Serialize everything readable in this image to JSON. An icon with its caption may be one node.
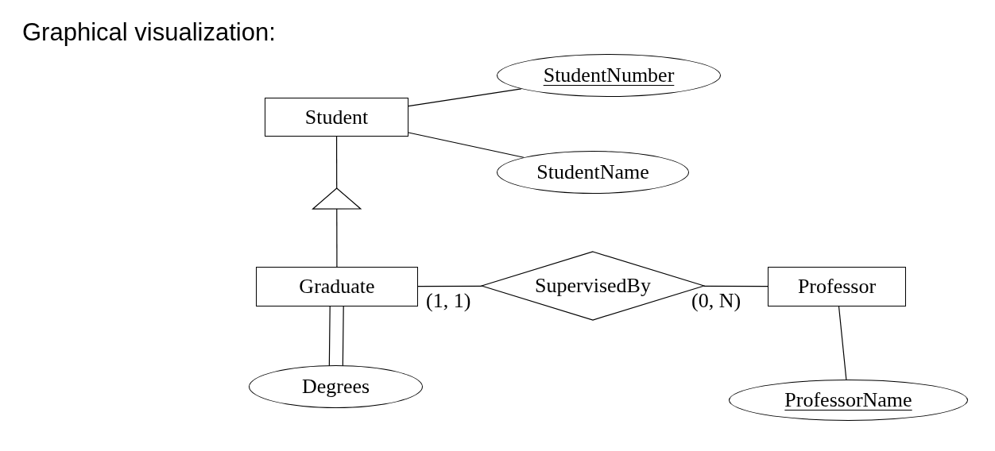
{
  "diagram": {
    "title": "Graphical visualization:",
    "nodes": [
      {
        "text": [
          "Student"
        ]
      },
      {
        "text": [
          "StudentNumber"
        ]
      },
      {
        "text": [
          "StudentName"
        ]
      },
      {
        "text": [
          "Graduate"
        ]
      },
      {
        "text": [
          "SupervisedBy"
        ]
      },
      {
        "text": [
          "Professor"
        ]
      },
      {
        "text": [
          "Degrees"
        ]
      },
      {
        "text": [
          "ProfessorName"
        ]
      }
    ],
    "edges": [
      {
        "from": 0,
        "to": 1,
        "arrow": "none"
      },
      {
        "from": 0,
        "to": 2,
        "arrow": "none"
      },
      {
        "from": 3,
        "to": 0,
        "arrow": "to"
      },
      {
        "from": 3,
        "to": 4,
        "label": "(1, 1)",
        "arrow": "none"
      },
      {
        "from": 4,
        "to": 5,
        "label": "(0, N)",
        "arrow": "none"
      },
      {
        "from": 3,
        "to": 6,
        "arrow": "none"
      },
      {
        "from": 5,
        "to": 7,
        "arrow": "none"
      }
    ]
  }
}
